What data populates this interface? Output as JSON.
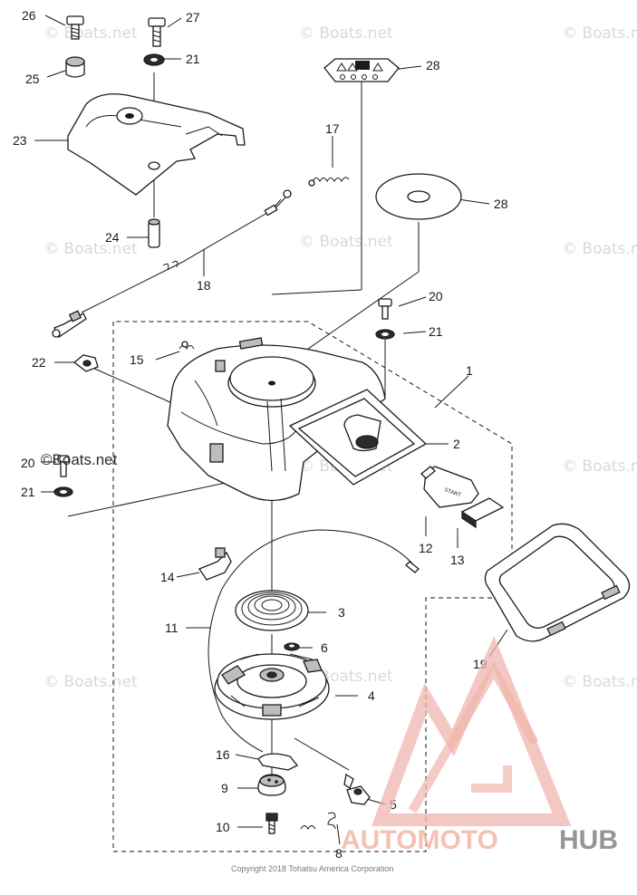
{
  "watermark": {
    "text": "© Boats.net",
    "color": "#d6d6d6"
  },
  "callouts": {
    "p1": "1",
    "p2": "2",
    "p3": "3",
    "p4": "4",
    "p5": "5",
    "p6": "6",
    "p8": "8",
    "p9": "9",
    "p10": "10",
    "p11": "11",
    "p12": "12",
    "p13": "13",
    "p14": "14",
    "p15": "15",
    "p16": "16",
    "p17": "17",
    "p18": "18",
    "p19": "19",
    "p20a": "20",
    "p20b": "20",
    "p21a": "21",
    "p21b": "21",
    "p21c": "21",
    "p22": "22",
    "p23": "23",
    "p24": "24",
    "p25": "25",
    "p26": "26",
    "p27": "27",
    "p28a": "28",
    "p28b": "28"
  },
  "inline_watermark": "©Boats.net",
  "start_grip_text": "START",
  "copyright": "Copyright 2018 Tohatsu America Corporation",
  "logo": {
    "word_a": "AUTOMOTO",
    "word_b": "HUB",
    "color_a": "#f2b8a8",
    "color_b": "#8a8a8a",
    "triangle_color": "#e8564b"
  }
}
